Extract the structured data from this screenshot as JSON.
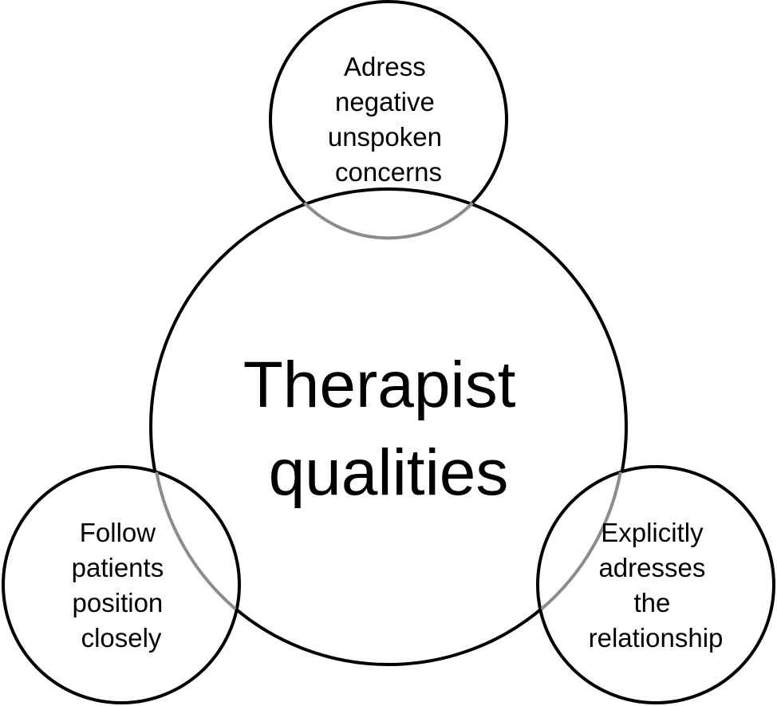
{
  "center": {
    "lines": [
      "Therapist",
      "qualities"
    ]
  },
  "top": {
    "lines": [
      "Adress",
      "negative",
      "unspoken",
      "concerns"
    ]
  },
  "bottom_left": {
    "lines": [
      "Follow",
      "patients",
      "position",
      "closely"
    ]
  },
  "bottom_right": {
    "lines": [
      "Explicitly",
      "adresses",
      "the",
      "relationship"
    ]
  },
  "colors": {
    "stroke": "#000000",
    "overlap_stroke": "#8c8c8c",
    "background": "#ffffff"
  }
}
